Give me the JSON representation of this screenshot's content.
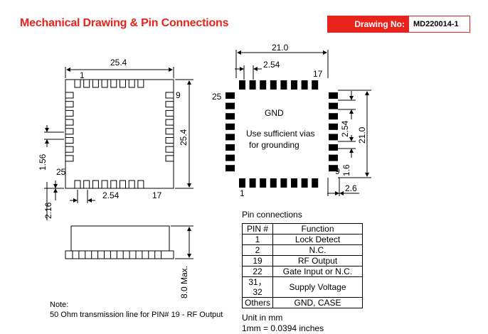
{
  "header": {
    "title": "Mechanical Drawing & Pin Connections",
    "drawing_no_label": "Drawing No:",
    "drawing_no_value": "MD220014-1"
  },
  "top_view": {
    "dim_width": "25.4",
    "dim_height": "25.4",
    "dim_pin_pitch": "2.54",
    "dim_offset": "1.56",
    "dim_edge": "2.16",
    "pin_1": "1",
    "pin_9": "9",
    "pin_17": "17",
    "pin_25": "25"
  },
  "pad_view": {
    "dim_width": "21.0",
    "dim_height": "21.0",
    "dim_pitch_top": "2.54",
    "dim_pitch_side": "2.54",
    "dim_pad_len": "1.6",
    "dim_pad_ext": "2.6",
    "pin_1": "1",
    "pin_9": "9",
    "pin_17": "17",
    "pin_25": "25",
    "center_label": "GND",
    "via_note_line1": "Use sufficient vias",
    "via_note_line2": "for grounding"
  },
  "side_view": {
    "dim_height": "8.0 Max."
  },
  "pin_connections": {
    "title": "Pin connections",
    "headers": [
      "PIN #",
      "Function"
    ],
    "rows": [
      [
        "1",
        "Lock Detect"
      ],
      [
        "2",
        "N.C."
      ],
      [
        "19",
        "RF Output"
      ],
      [
        "22",
        "Gate Input or N.C."
      ],
      [
        "31，32",
        "Supply Voltage"
      ],
      [
        "Others",
        "GND, CASE"
      ]
    ]
  },
  "units": {
    "line1": "Unit in mm",
    "line2": "1mm = 0.0394 inches"
  },
  "note": {
    "line1": "Note:",
    "line2": "50 Ohm transmission line for PIN# 19 - RF Output"
  }
}
